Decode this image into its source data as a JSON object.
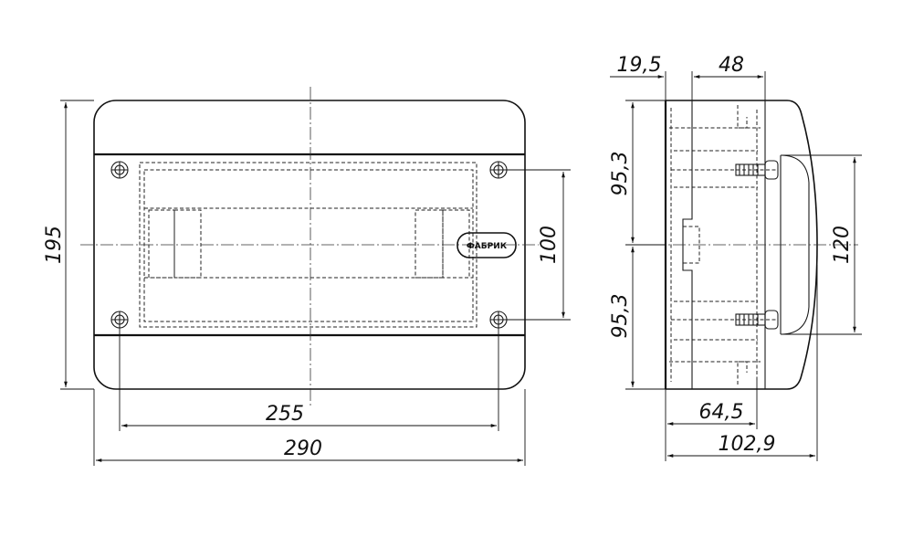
{
  "front_view": {
    "height_label": "195",
    "width_label": "290",
    "screw_spacing_label": "255",
    "vertical_screw_spacing_label": "100",
    "logo_text": "ФАБРИК"
  },
  "side_view": {
    "label_top_left": "19,5",
    "label_top_right": "48",
    "label_upper_height": "95,3",
    "label_lower_height": "95,3",
    "label_right_height": "120",
    "label_bottom_inner": "64,5",
    "label_bottom_total": "102,9"
  }
}
